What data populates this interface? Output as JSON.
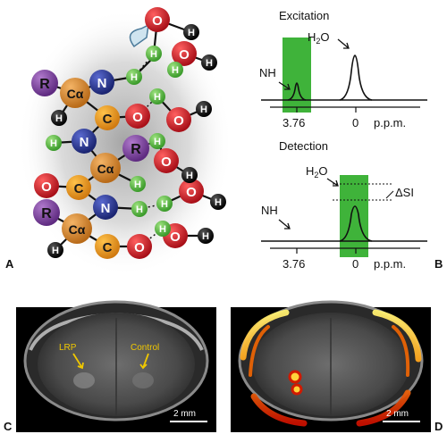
{
  "panels": {
    "a": {
      "letter": "A",
      "atoms": {
        "r": "R",
        "calpha": "Cα",
        "n": "N",
        "c": "C",
        "o": "O",
        "h": "H"
      }
    },
    "b": {
      "letter": "B",
      "excitation": {
        "title": "Excitation",
        "nh_label": "NH",
        "h2o_label": "H",
        "h2o_sub": "2",
        "h2o_tail": "O",
        "tick_left": "3.76",
        "tick_right": "0",
        "unit": "p.p.m."
      },
      "detection": {
        "title": "Detection",
        "nh_label": "NH",
        "h2o_label": "H",
        "h2o_sub": "2",
        "h2o_tail": "O",
        "delta": "ΔSI",
        "tick_left": "3.76",
        "tick_right": "0",
        "unit": "p.p.m."
      }
    },
    "c": {
      "letter": "C",
      "label_left": "LRP",
      "label_right": "Control",
      "scale": "2 mm"
    },
    "d": {
      "letter": "D",
      "scale": "2 mm"
    }
  },
  "colors": {
    "r_atom": "#7a3d9b",
    "calpha_atom": "#e08a2c",
    "n_atom": "#2a3a9a",
    "c_atom": "#f2a01e",
    "c_text": "#f7e020",
    "o_atom": "#d81e2a",
    "h_black": "#1a1a1a",
    "h_green": "#5ec24a",
    "highlight": "#3fb33a",
    "arrow_yellow": "#f0c800"
  }
}
